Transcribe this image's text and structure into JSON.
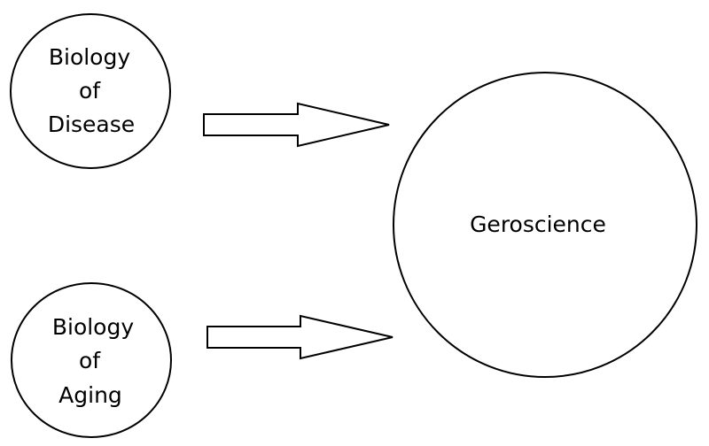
{
  "diagram": {
    "nodes": {
      "disease": {
        "lines": [
          "Biology",
          "of",
          "Disease"
        ]
      },
      "aging": {
        "lines": [
          "Biology",
          "of",
          "Aging"
        ]
      },
      "geroscience": {
        "label": "Geroscience"
      }
    },
    "edges": [
      {
        "from": "disease",
        "to": "geroscience"
      },
      {
        "from": "aging",
        "to": "geroscience"
      }
    ],
    "colors": {
      "stroke": "#000000",
      "fill": "#ffffff"
    }
  }
}
